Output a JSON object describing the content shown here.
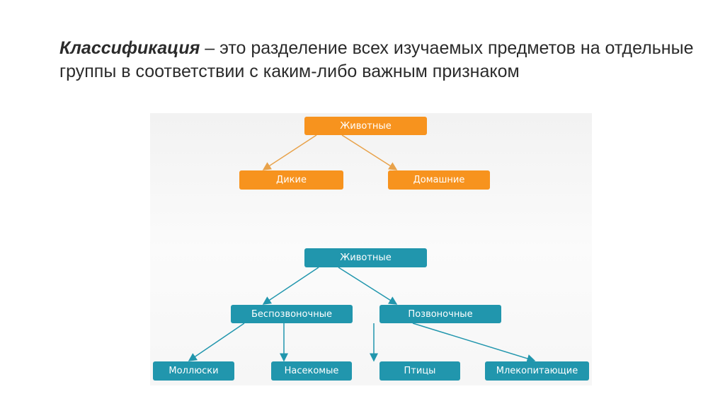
{
  "heading": {
    "term": "Классификация",
    "definition": " – это разделение всех изучаемых предметов на отдельные группы в соответствии с каким-либо важным признаком"
  },
  "diagram_top": {
    "root": "Животные",
    "children": [
      "Дикие",
      "Домашние"
    ],
    "color": "#f7931e"
  },
  "diagram_bottom": {
    "root": "Животные",
    "level1": [
      "Беспозвоночные",
      "Позвоночные"
    ],
    "level2": [
      "Моллюски",
      "Насекомые",
      "Птицы",
      "Млекопитающие"
    ],
    "color": "#2196ad"
  }
}
